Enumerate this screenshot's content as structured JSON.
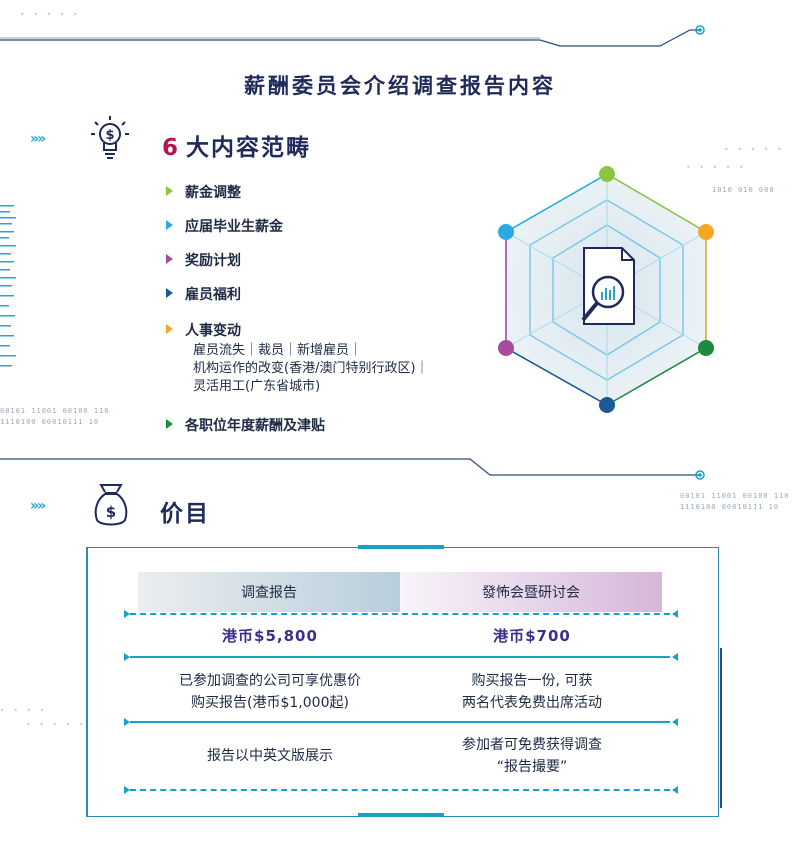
{
  "title": "薪酬委员会介绍调查报告内容",
  "section1": {
    "number": "6",
    "heading": "大内容范畴",
    "chevrons": "»»",
    "items": [
      {
        "label": "薪金调整",
        "color": "#8cc63f"
      },
      {
        "label": "应届毕业生薪金",
        "color": "#29abe2"
      },
      {
        "label": "奖励计划",
        "color": "#a64d9d"
      },
      {
        "label": "雇员福利",
        "color": "#1b5a96"
      },
      {
        "label": "人事变动",
        "color": "#f5a623"
      },
      {
        "label": "各职位年度薪酬及津贴",
        "color": "#1d8a3c"
      }
    ],
    "sub_lines": [
      "雇员流失｜裁员｜新增雇员｜",
      "机构运作的改变(香港/澳门特别行政区)｜",
      "灵活用工(广东省城市)"
    ]
  },
  "binary_text": {
    "right_top": "1010 010  000",
    "left_mid_1": "00101 11001 00100 110",
    "left_mid_2": "1110100 00010111 10",
    "right_mid_1": "00101 11001 00100 110",
    "right_mid_2": "1110100 00010111 10"
  },
  "section2": {
    "heading": "价目",
    "chevrons": "»»"
  },
  "table": {
    "headers": [
      "调查报告",
      "發怖会暨研讨会"
    ],
    "prices": [
      "港币$5,800",
      "港币$700"
    ],
    "row2": [
      [
        "已参加调查的公司可享优惠价",
        "购买报告(港币$1,000起)"
      ],
      [
        "购买报告一份, 可获",
        "两名代表免费出席活动"
      ]
    ],
    "row3": [
      [
        "报告以中英文版展示"
      ],
      [
        "参加者可免费获得调查",
        "“报告撮要”"
      ]
    ]
  },
  "colors": {
    "accent": "#1aa0c7",
    "heading": "#1f2a5a",
    "number": "#b0174f",
    "price": "#3b2f8f"
  },
  "icons": [
    "lightbulb-dollar-icon",
    "money-bag-icon",
    "report-magnifier-icon"
  ]
}
